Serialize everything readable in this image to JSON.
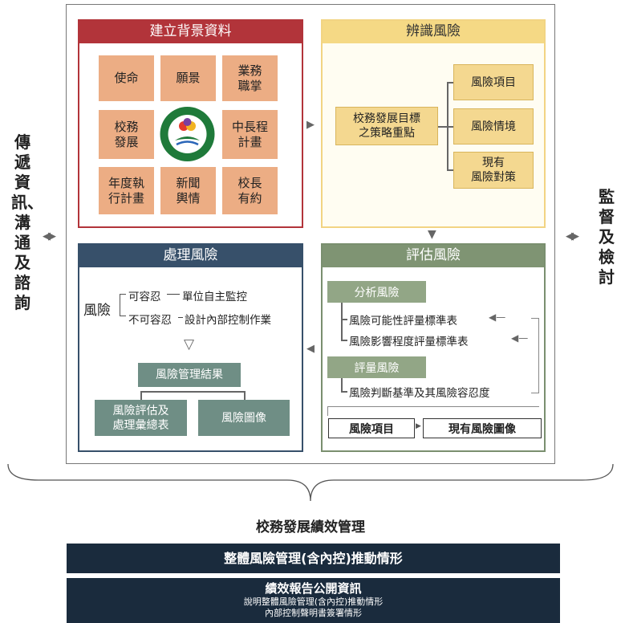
{
  "side_left": "傳遞資訊、溝通及諮詢",
  "side_right": "監督及檢討",
  "context": {
    "title": "建立背景資料",
    "tiles": [
      "使命",
      "願景",
      "業務\n職掌",
      "校務\n發展",
      "中長程\n計畫",
      "年度執\n行計畫",
      "新聞\n輿情",
      "校長\n有約"
    ]
  },
  "identify": {
    "title": "辨識風險",
    "source": "校務發展目標\n之策略重點",
    "items": [
      "風險項目",
      "風險情境",
      "現有\n風險對策"
    ]
  },
  "assess": {
    "title": "評估風險",
    "analysis_label": "分析風險",
    "analysis_items": [
      "風險可能性評量標準表",
      "風險影響程度評量標準表"
    ],
    "evaluation_label": "評量風險",
    "evaluation_items": [
      "風險判斷基準及其風險容忍度"
    ],
    "out_items": "風險項目",
    "out_image": "現有風險圖像"
  },
  "treat": {
    "title": "處理風險",
    "risk": "風險",
    "tolerable": "可容忍",
    "tolerable_action": "單位自主監控",
    "intolerable": "不可容忍",
    "intolerable_action": "設計內部控制作業",
    "result": "風險管理結果",
    "summary": "風險評估及\n處理彙總表",
    "image": "風險圖像"
  },
  "performance_title": "校務發展績效管理",
  "bar1": "整體風險管理(含內控)推動情形",
  "bar2_title": "績效報告公開資訊",
  "bar2_lines": [
    "說明整體風險管理(含內控)推動情形",
    "內部控制聲明書簽署情形"
  ]
}
